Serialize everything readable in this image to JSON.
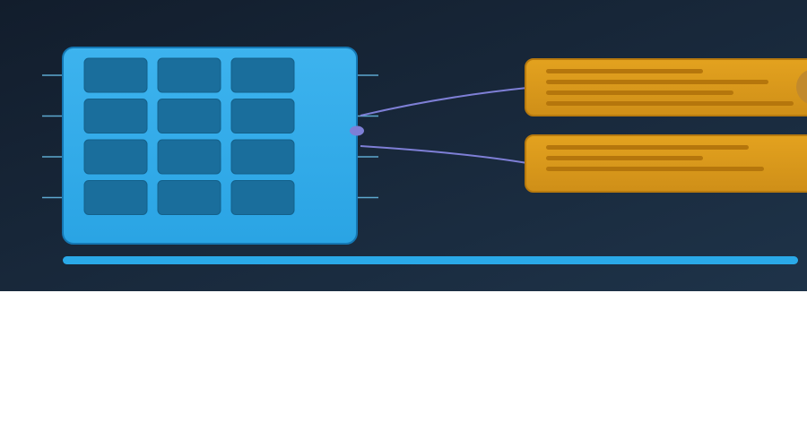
{
  "scene": {
    "colors": {
      "background_top": "#121d2c",
      "background_bottom": "#1e3349",
      "chip_body": "#2aa4e4",
      "chip_body_light": "#3db3ee",
      "chip_border": "#1577b3",
      "chip_cell": "#1a6e9c",
      "chip_pin": "#5da8cf",
      "connector": "#7e7fd6",
      "card_fill": "#e3a21f",
      "card_fill_dark": "#cf8f18",
      "card_border": "#b87a0e",
      "card_line": "#b5760c",
      "card_badge": "#c28a2c",
      "progress_bar": "#2aa9e8",
      "lower_area": "#ffffff"
    },
    "grid": {
      "rows": 4,
      "columns": 3
    },
    "pins_per_side": 4,
    "cards": [
      {
        "id": "card-1",
        "text_lines": [
          0.62,
          0.88,
          0.74,
          0.98
        ],
        "has_badge": true
      },
      {
        "id": "card-2",
        "text_lines": [
          0.8,
          0.62,
          0.86
        ],
        "has_badge": false
      }
    ]
  }
}
